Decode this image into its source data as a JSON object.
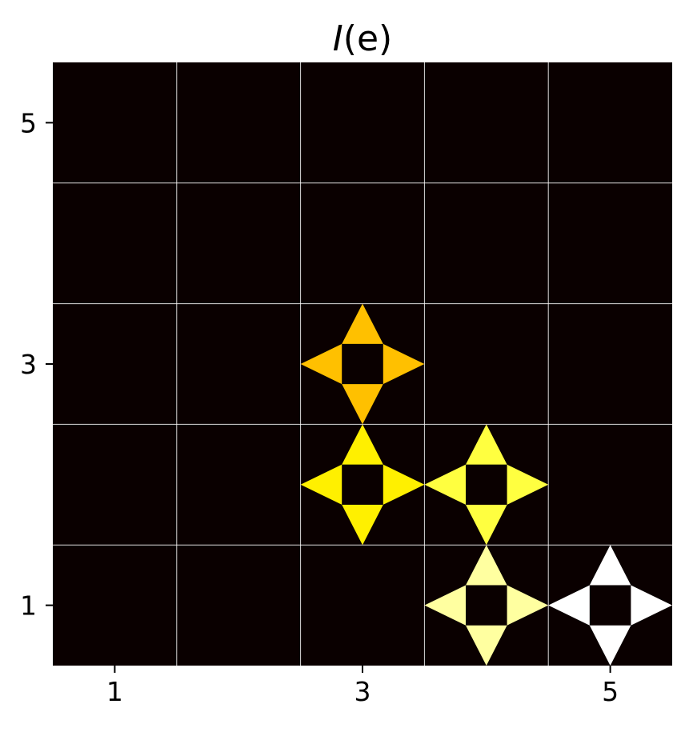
{
  "chart_data": {
    "type": "heatmap",
    "title_main": "I",
    "title_arg": "(e)",
    "xlabel": "",
    "ylabel": "",
    "xlim": [
      0.5,
      5.5
    ],
    "ylim": [
      0.5,
      5.5
    ],
    "x_ticks": [
      1,
      3,
      5
    ],
    "y_ticks": [
      1,
      3,
      5
    ],
    "x_tick_labels": [
      "1",
      "3",
      "5"
    ],
    "y_tick_labels": [
      "1",
      "3",
      "5"
    ],
    "grid": true,
    "background_color": "#0a0000",
    "grid_color": "#ffffff",
    "marker": "four-pointed-star",
    "cells": [
      {
        "x": 3,
        "y": 3,
        "color": "#ffc000"
      },
      {
        "x": 3,
        "y": 2,
        "color": "#fff000"
      },
      {
        "x": 4,
        "y": 2,
        "color": "#ffff40"
      },
      {
        "x": 4,
        "y": 1,
        "color": "#ffffa0"
      },
      {
        "x": 5,
        "y": 1,
        "color": "#ffffff"
      }
    ]
  }
}
